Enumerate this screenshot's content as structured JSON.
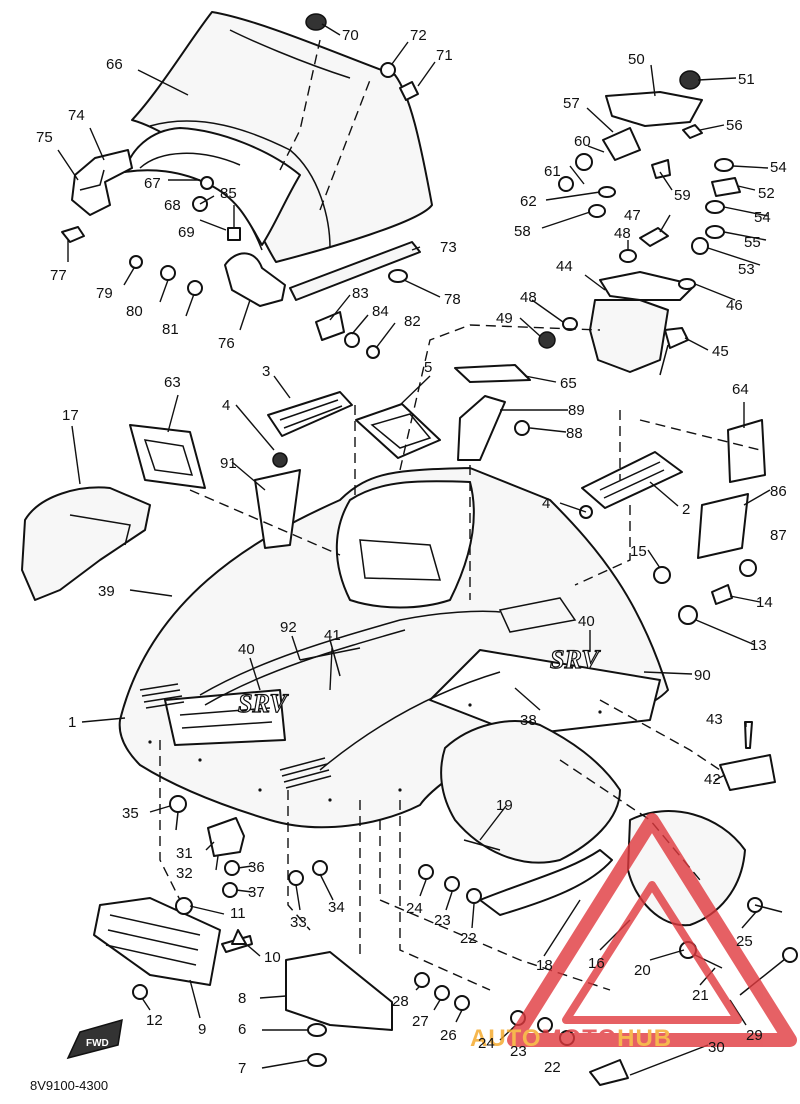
{
  "drawing_code": "8V9100-4300",
  "decal_text": "SRV",
  "fwd_label": "FWD",
  "watermark": {
    "part1": "AUTO",
    "part2": "MOTO",
    "part3": "HUB",
    "color_red": "#e0393e",
    "color_orange": "#f5a623"
  },
  "callouts": [
    "1",
    "2",
    "3",
    "4",
    "4",
    "5",
    "6",
    "7",
    "8",
    "9",
    "10",
    "11",
    "12",
    "13",
    "14",
    "15",
    "16",
    "17",
    "18",
    "19",
    "20",
    "21",
    "22",
    "22",
    "23",
    "23",
    "24",
    "24",
    "25",
    "26",
    "27",
    "28",
    "29",
    "30",
    "31",
    "32",
    "33",
    "34",
    "35",
    "36",
    "37",
    "38",
    "39",
    "40",
    "40",
    "41",
    "42",
    "43",
    "44",
    "45",
    "46",
    "47",
    "48",
    "48",
    "49",
    "50",
    "51",
    "52",
    "53",
    "54",
    "54",
    "55",
    "56",
    "57",
    "58",
    "59",
    "60",
    "61",
    "62",
    "63",
    "64",
    "65",
    "66",
    "67",
    "68",
    "69",
    "70",
    "71",
    "72",
    "73",
    "74",
    "75",
    "76",
    "77",
    "78",
    "79",
    "80",
    "81",
    "82",
    "83",
    "84",
    "85",
    "86",
    "87",
    "88",
    "89",
    "90",
    "91",
    "92"
  ]
}
